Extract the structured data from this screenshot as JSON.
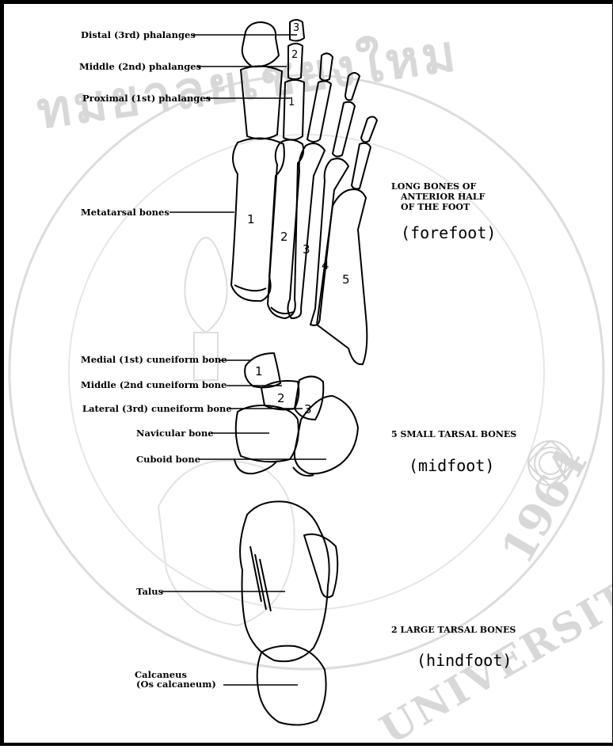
{
  "watermark": {
    "thai_text": "ทมยาลยเชยงใหม",
    "year": "1964",
    "latin_text": "UNIVERSITY"
  },
  "forefoot": {
    "labels": {
      "distal": "Distal (3rd) phalanges",
      "middle": "Middle (2nd) phalanges",
      "proximal": "Proximal (1st) phalanges",
      "metatarsal": "Metatarsal bones"
    },
    "side_title": [
      "LONG BONES OF",
      "ANTERIOR HALF",
      "OF THE FOOT"
    ],
    "region": "(forefoot)",
    "numbers": [
      "1",
      "2",
      "3",
      "4",
      "5",
      "3",
      "2",
      "1"
    ]
  },
  "midfoot": {
    "labels": {
      "medial": "Medial (1st) cuneiform bone",
      "middle": "Middle (2nd cuneiform bone",
      "lateral": "Lateral (3rd) cuneiform bone",
      "navicular": "Navicular bone",
      "cuboid": "Cuboid bone"
    },
    "side_title": "5 SMALL TARSAL BONES",
    "region": "(midfoot)",
    "numbers": [
      "1",
      "2",
      "3"
    ]
  },
  "hindfoot": {
    "labels": {
      "talus": "Talus",
      "calcaneus": "Calcaneus",
      "calcaneus_alt": "(Os calcaneum)"
    },
    "side_title": "2 LARGE TARSAL BONES",
    "region": "(hindfoot)"
  }
}
